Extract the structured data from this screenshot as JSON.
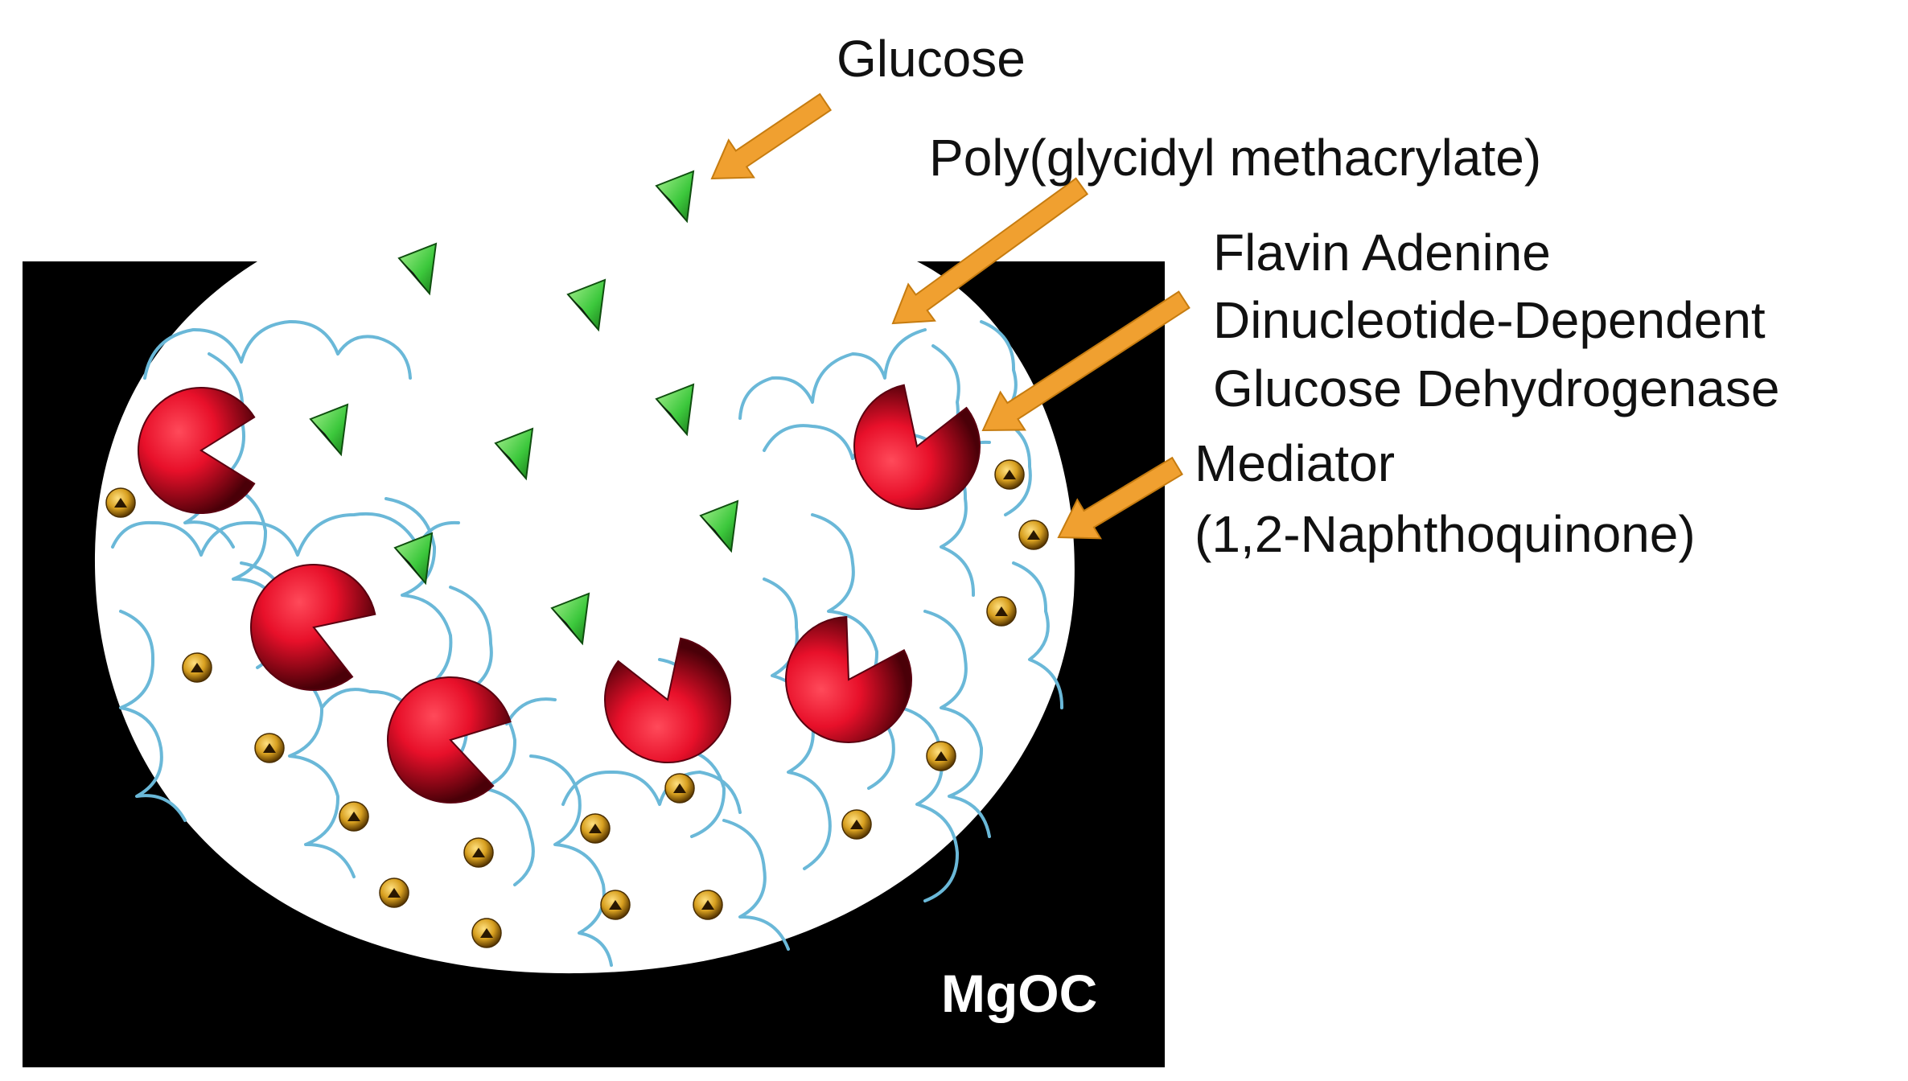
{
  "labels": {
    "glucose": "Glucose",
    "polymer": "Poly(glycidyl methacrylate)",
    "enzyme_line1": "Flavin Adenine",
    "enzyme_line2": "Dinucleotide-Dependent",
    "enzyme_line3": "Glucose Dehydrogenase",
    "mediator_line1": "Mediator",
    "mediator_line2": "(1,2-Naphthoquinone)",
    "substrate": "MgOC"
  },
  "colors": {
    "substrate": "#000000",
    "pore": "#ffffff",
    "arrow": "#f0a030",
    "polymer_chain": "#6ab8d8",
    "enzyme": "#e8102a",
    "glucose": "#3cc83c",
    "mediator": "#d8a020",
    "text": "#111111",
    "substrate_text": "#ffffff"
  },
  "icons": [
    "glucose-wedge-icon",
    "enzyme-pacman-icon",
    "mediator-bead-icon",
    "polymer-chain-icon"
  ]
}
